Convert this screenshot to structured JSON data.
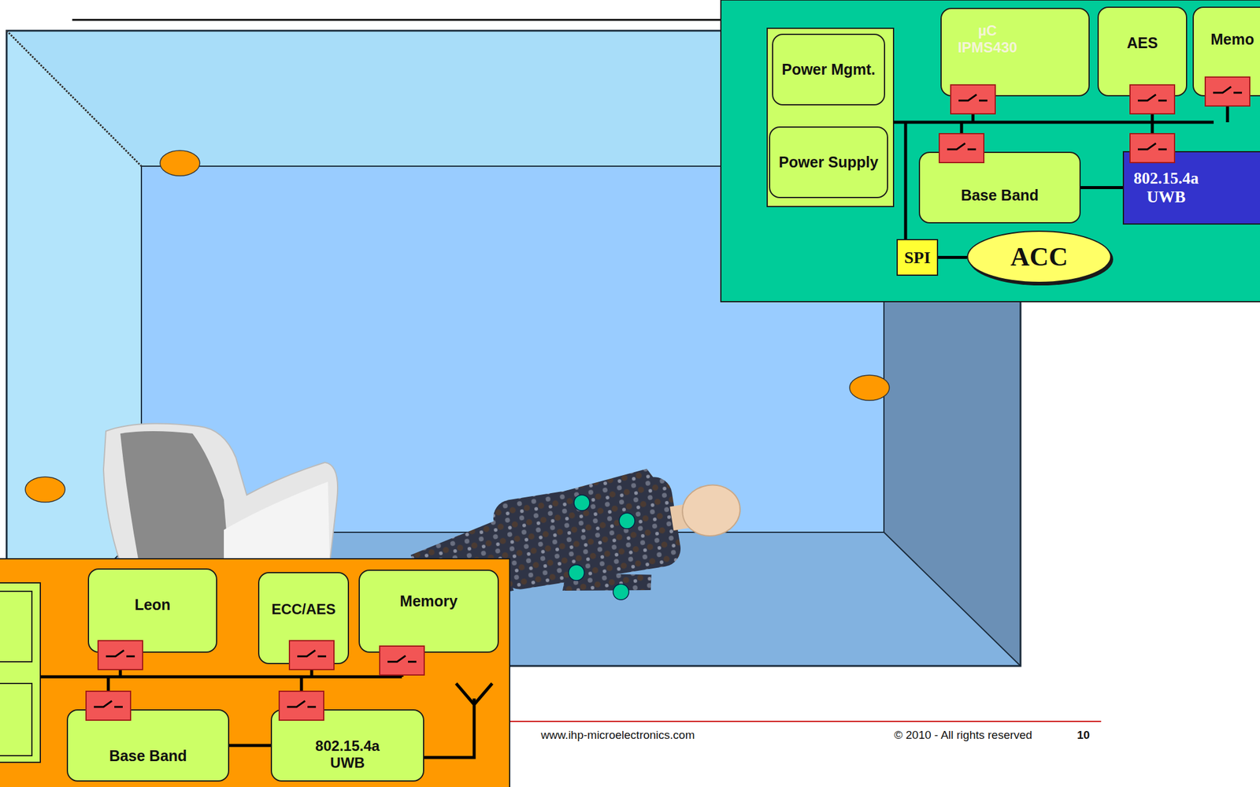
{
  "diagram": {
    "nodes": [
      {
        "text": [
          "Power Mgmt."
        ]
      },
      {
        "text": [
          "Power Supply"
        ]
      },
      {
        "text": [
          "µC IPMS430"
        ]
      },
      {
        "text": [
          "AES"
        ]
      },
      {
        "text": [
          "Memo"
        ]
      },
      {
        "text": [
          "Base Band"
        ]
      },
      {
        "text": [
          "802.15.4a UWB"
        ]
      },
      {
        "text": [
          "SPI"
        ]
      },
      {
        "text": [
          "ACC"
        ]
      },
      {
        "text": [
          "Leon"
        ]
      },
      {
        "text": [
          "ECC/AES"
        ]
      },
      {
        "text": [
          "Memory"
        ]
      },
      {
        "text": [
          "Base Band"
        ]
      },
      {
        "text": [
          "802.15.4a UWB"
        ]
      }
    ],
    "edges": [
      {
        "from": 5,
        "to": 6,
        "arrow": "none"
      },
      {
        "from": 7,
        "to": 8,
        "arrow": "none"
      },
      {
        "from": 12,
        "to": 13,
        "arrow": "none"
      }
    ],
    "labels": [
      "www.ihp-microelectronics.com",
      "© 2010 - All rights reserved",
      "10"
    ]
  }
}
